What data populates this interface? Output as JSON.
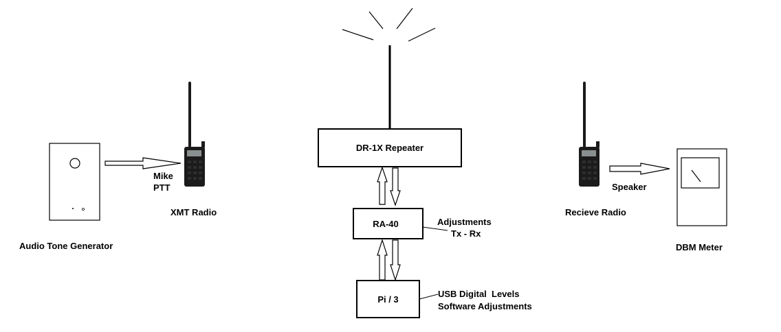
{
  "colors": {
    "line": "#000000",
    "background": "#ffffff",
    "radio_body": "#1b1b1b",
    "radio_screen": "#8a8f8f",
    "radio_key": "#2e2e2e"
  },
  "audio_tone_generator": {
    "label": "Audio Tone Generator"
  },
  "xmt_radio": {
    "label": "XMT Radio",
    "input_line1": "Mike",
    "input_line2": "PTT"
  },
  "repeater": {
    "label": "DR-1X Repeater"
  },
  "ra40": {
    "label": "RA-40",
    "note_line1": "Adjustments",
    "note_line2": "Tx - Rx"
  },
  "pi": {
    "label": "Pi / 3",
    "note_line1": "USB Digital  Levels",
    "note_line2": "Software Adjustments"
  },
  "receive_radio": {
    "label": "Recieve Radio",
    "output_label": "Speaker"
  },
  "dbm_meter": {
    "label": "DBM Meter"
  },
  "icons": {
    "antenna": "antenna-icon",
    "handheld_radio": "handheld-radio-icon",
    "meter": "meter-icon"
  }
}
